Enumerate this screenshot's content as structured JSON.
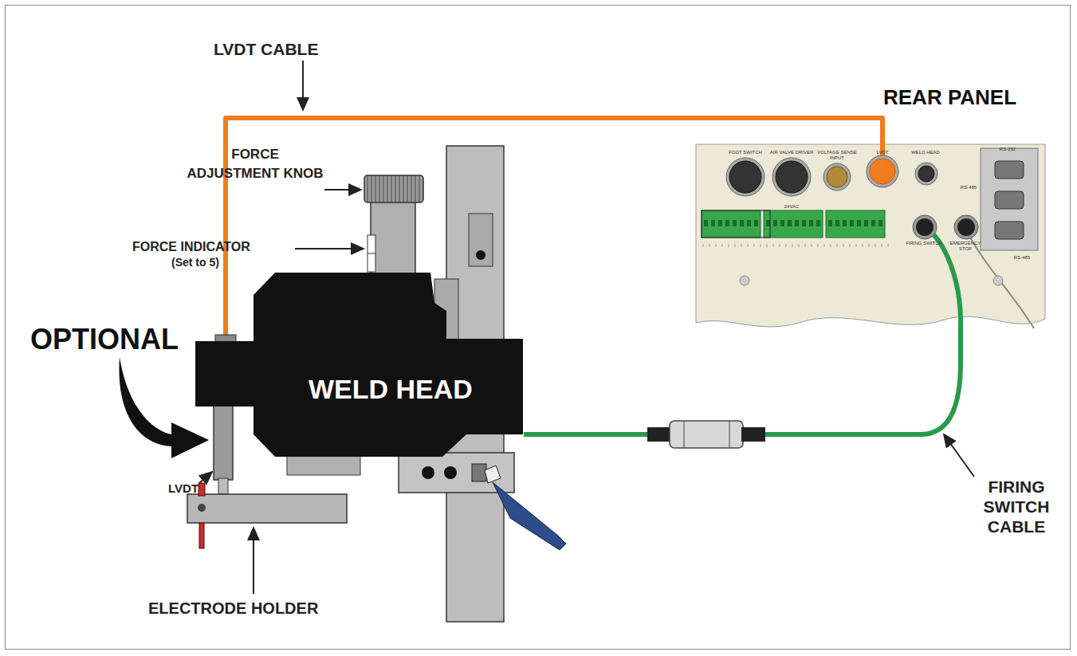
{
  "diagram": {
    "nodes": [
      {
        "text": [
          "WELD HEAD"
        ]
      },
      {
        "text": [
          "REAR PANEL"
        ]
      }
    ],
    "edges": [
      {
        "from": 0,
        "to": 1,
        "arrow": "none"
      },
      {
        "from": 0,
        "to": 1,
        "arrow": "none"
      }
    ],
    "labels": [
      "LVDT CABLE",
      "FORCE ADJUSTMENT KNOB",
      "FORCE INDICATOR",
      "(Set to 5)",
      "OPTIONAL",
      "LVDT",
      "ELECTRODE HOLDER",
      "FIRING SWITCH CABLE",
      "FOOT SWITCH",
      "AIR VALVE DRIVER",
      "24VAC",
      "VOLTAGE SENSE INPUT",
      "LVDT",
      "WELD HEAD",
      "RS-232",
      "RS-485",
      "RS-485",
      "FIRING SWITCH",
      "EMERGENCY STOP"
    ]
  }
}
